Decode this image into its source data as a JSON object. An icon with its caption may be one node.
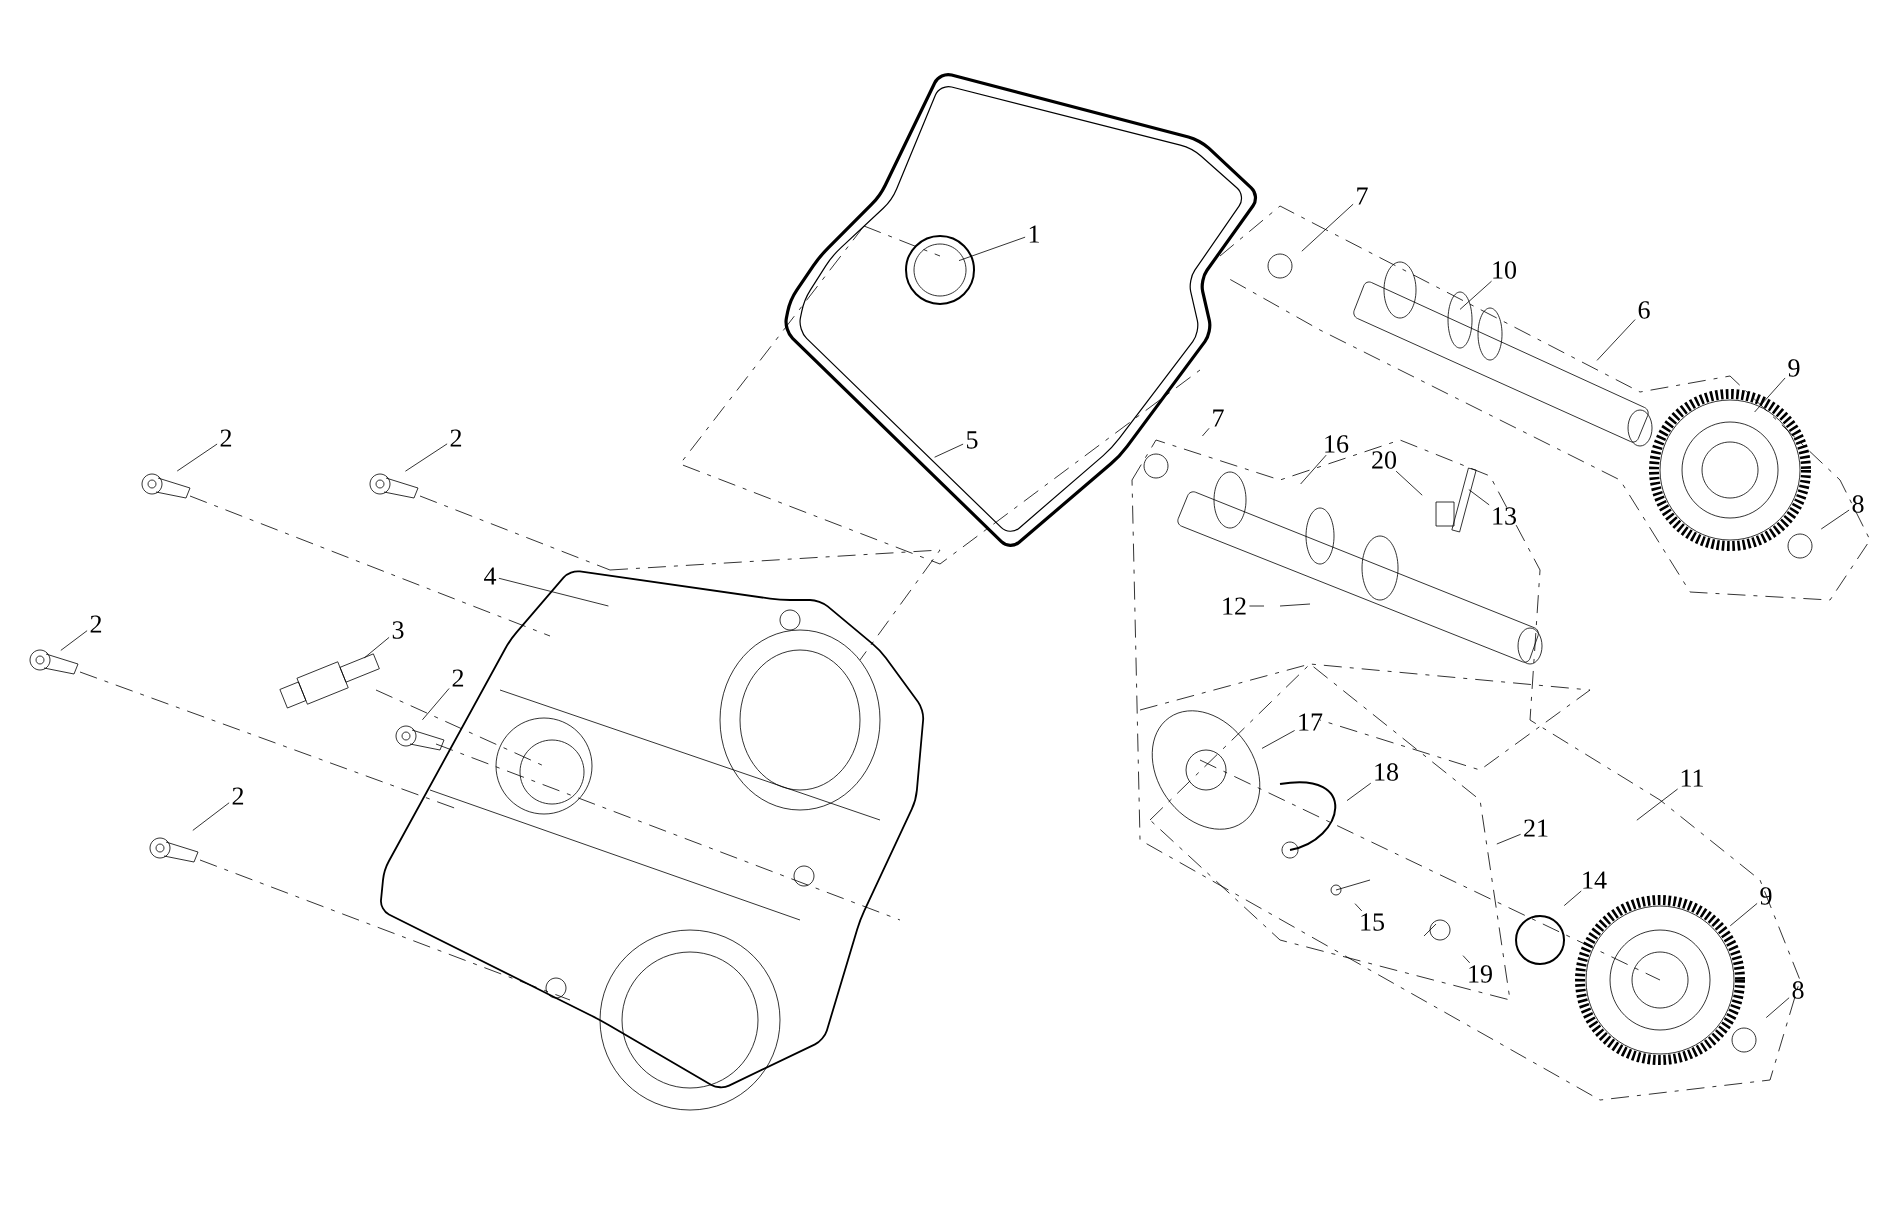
{
  "diagram": {
    "nodes": [
      {
        "text": [
          "1"
        ]
      },
      {
        "text": [
          "7"
        ]
      },
      {
        "text": [
          "10"
        ]
      },
      {
        "text": [
          "6"
        ]
      },
      {
        "text": [
          "9"
        ]
      },
      {
        "text": [
          "2"
        ]
      },
      {
        "text": [
          "2"
        ]
      },
      {
        "text": [
          "7"
        ]
      },
      {
        "text": [
          "16"
        ]
      },
      {
        "text": [
          "5"
        ]
      },
      {
        "text": [
          "20"
        ]
      },
      {
        "text": [
          "13"
        ]
      },
      {
        "text": [
          "8"
        ]
      },
      {
        "text": [
          "4"
        ]
      },
      {
        "text": [
          "2"
        ]
      },
      {
        "text": [
          "3"
        ]
      },
      {
        "text": [
          "12"
        ]
      },
      {
        "text": [
          "2"
        ]
      },
      {
        "text": [
          "17"
        ]
      },
      {
        "text": [
          "18"
        ]
      },
      {
        "text": [
          "11"
        ]
      },
      {
        "text": [
          "2"
        ]
      },
      {
        "text": [
          "21"
        ]
      },
      {
        "text": [
          "14"
        ]
      },
      {
        "text": [
          "9"
        ]
      },
      {
        "text": [
          "15"
        ]
      },
      {
        "text": [
          "19"
        ]
      },
      {
        "text": [
          "8"
        ]
      }
    ],
    "edges": [
      {
        "from": 0,
        "to": null,
        "arrow": "none"
      },
      {
        "from": 1,
        "to": null,
        "arrow": "none"
      },
      {
        "from": 2,
        "to": null,
        "arrow": "none"
      },
      {
        "from": 3,
        "to": null,
        "arrow": "none"
      },
      {
        "from": 4,
        "to": null,
        "arrow": "none"
      },
      {
        "from": 5,
        "to": null,
        "arrow": "none"
      },
      {
        "from": 6,
        "to": null,
        "arrow": "none"
      },
      {
        "from": 7,
        "to": null,
        "arrow": "none"
      },
      {
        "from": 8,
        "to": null,
        "arrow": "none"
      },
      {
        "from": 9,
        "to": null,
        "arrow": "none"
      },
      {
        "from": 10,
        "to": null,
        "arrow": "none"
      },
      {
        "from": 11,
        "to": null,
        "arrow": "none"
      },
      {
        "from": 12,
        "to": null,
        "arrow": "none"
      },
      {
        "from": 13,
        "to": null,
        "arrow": "none"
      },
      {
        "from": 14,
        "to": null,
        "arrow": "none"
      },
      {
        "from": 15,
        "to": null,
        "arrow": "none"
      },
      {
        "from": 16,
        "to": null,
        "arrow": "none"
      },
      {
        "from": 17,
        "to": null,
        "arrow": "none"
      },
      {
        "from": 18,
        "to": null,
        "arrow": "none"
      },
      {
        "from": 19,
        "to": null,
        "arrow": "none"
      },
      {
        "from": 20,
        "to": null,
        "arrow": "none"
      },
      {
        "from": 21,
        "to": null,
        "arrow": "none"
      },
      {
        "from": 22,
        "to": null,
        "arrow": "none"
      },
      {
        "from": 23,
        "to": null,
        "arrow": "none"
      },
      {
        "from": 24,
        "to": null,
        "arrow": "none"
      },
      {
        "from": 25,
        "to": null,
        "arrow": "none"
      },
      {
        "from": 26,
        "to": null,
        "arrow": "none"
      },
      {
        "from": 27,
        "to": null,
        "arrow": "none"
      }
    ]
  }
}
